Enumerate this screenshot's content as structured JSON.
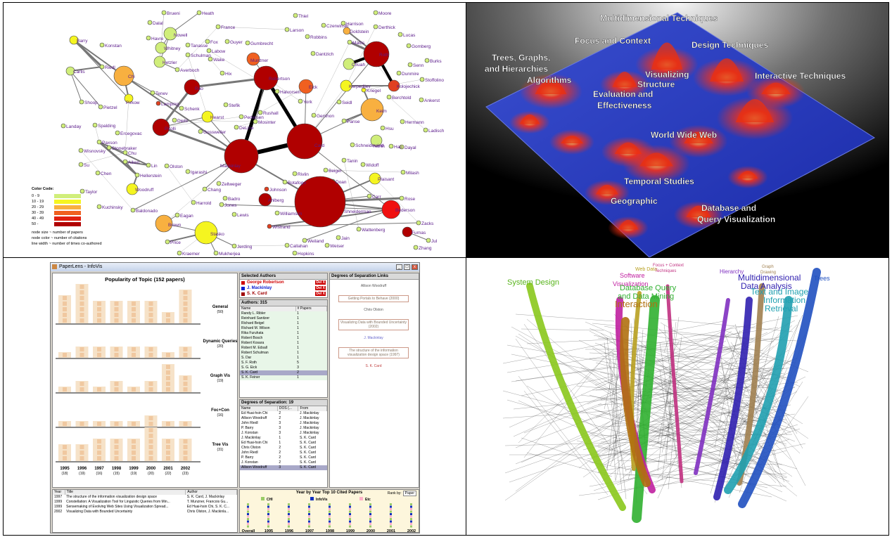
{
  "coauthor_network": {
    "nodes": [
      {
        "label": "Brueni",
        "fill": "#d0ee7a"
      },
      {
        "label": "Heath",
        "fill": "#d0ee7a"
      },
      {
        "label": "Dalal",
        "fill": "#d0ee7a"
      },
      {
        "label": "France",
        "fill": "#d0ee7a"
      },
      {
        "label": "Havre",
        "fill": "#d0ee7a"
      },
      {
        "label": "Nowell",
        "fill": "#d0ee7a"
      },
      {
        "label": "Fox",
        "fill": "#d0ee7a"
      },
      {
        "label": "Guyer",
        "fill": "#d0ee7a"
      },
      {
        "label": "Tanasse",
        "fill": "#d0ee7a"
      },
      {
        "label": "Whitney",
        "fill": "#d0ee7a"
      },
      {
        "label": "Labow",
        "fill": "#d0ee7a"
      },
      {
        "label": "Schulman",
        "fill": "#d0ee7a"
      },
      {
        "label": "Wake",
        "fill": "#d0ee7a"
      },
      {
        "label": "Hetzler",
        "fill": "#d0ee7a"
      },
      {
        "label": "Averboch",
        "fill": "#d0ee7a"
      },
      {
        "label": "Hix",
        "fill": "#d0ee7a"
      },
      {
        "label": "Barry",
        "fill": "#f5f520"
      },
      {
        "label": "Konstan",
        "fill": "#d0ee7a"
      },
      {
        "label": "Riedl",
        "fill": "#d0ee7a"
      },
      {
        "label": "Carlis",
        "fill": "#d0ee7a"
      },
      {
        "label": "Chi",
        "fill": "#f8b040"
      },
      {
        "label": "Tenev",
        "fill": "#d0ee7a"
      },
      {
        "label": "Shoop",
        "fill": "#d0ee7a"
      },
      {
        "label": "Pirkow",
        "fill": "#f5f520"
      },
      {
        "label": "Pietzel",
        "fill": "#d0ee7a"
      },
      {
        "label": "Rao",
        "fill": "#b00000"
      },
      {
        "label": "Lamping",
        "fill": "#e04020"
      },
      {
        "label": "Schenk",
        "fill": "#d0ee7a"
      },
      {
        "label": "Diehl",
        "fill": "#d0ee7a"
      },
      {
        "label": "Pirolli",
        "fill": "#b00000"
      },
      {
        "label": "Hearst",
        "fill": "#f5f520"
      },
      {
        "label": "Stefik",
        "fill": "#d0ee7a"
      },
      {
        "label": "Pedersen",
        "fill": "#d0ee7a"
      },
      {
        "label": "Gossweiler",
        "fill": "#d0ee7a"
      },
      {
        "label": "DeLine",
        "fill": "#d0ee7a"
      },
      {
        "label": "Mackinlay",
        "fill": "#b00000"
      },
      {
        "label": "Card",
        "fill": "#b00000"
      },
      {
        "label": "Robertson",
        "fill": "#b00000"
      },
      {
        "label": "Munzner",
        "fill": "#f06020"
      },
      {
        "label": "Gumbrecht",
        "fill": "#d0ee7a"
      },
      {
        "label": "Larson",
        "fill": "#d0ee7a"
      },
      {
        "label": "Thiel",
        "fill": "#d0ee7a"
      },
      {
        "label": "Czerwinski",
        "fill": "#d0ee7a"
      },
      {
        "label": "Robbins",
        "fill": "#d0ee7a"
      },
      {
        "label": "Dantzich",
        "fill": "#d0ee7a"
      },
      {
        "label": "Halvorsen",
        "fill": "#d0ee7a"
      },
      {
        "label": "Rushall",
        "fill": "#d0ee7a"
      },
      {
        "label": "Mosinter",
        "fill": "#d0ee7a"
      },
      {
        "label": "York",
        "fill": "#d0ee7a"
      },
      {
        "label": "Eick",
        "fill": "#f06020"
      },
      {
        "label": "Gershon",
        "fill": "#d0ee7a"
      },
      {
        "label": "Harrison",
        "fill": "#d0ee7a"
      },
      {
        "label": "Moore",
        "fill": "#d0ee7a"
      },
      {
        "label": "Goldstein",
        "fill": "#f8b040"
      },
      {
        "label": "Derthick",
        "fill": "#d0ee7a"
      },
      {
        "label": "Mattis",
        "fill": "#d0ee7a"
      },
      {
        "label": "Lucas",
        "fill": "#d0ee7a"
      },
      {
        "label": "Gomberg",
        "fill": "#d0ee7a"
      },
      {
        "label": "Burks",
        "fill": "#d0ee7a"
      },
      {
        "label": "Roth",
        "fill": "#b00000"
      },
      {
        "label": "Senn",
        "fill": "#d0ee7a"
      },
      {
        "label": "Chuah",
        "fill": "#d0ee7a"
      },
      {
        "label": "Dunmire",
        "fill": "#d0ee7a"
      },
      {
        "label": "Stoffolino",
        "fill": "#d0ee7a"
      },
      {
        "label": "Kolojechick",
        "fill": "#e04020"
      },
      {
        "label": "Kerpedjiev",
        "fill": "#f5f520"
      },
      {
        "label": "Kriegel",
        "fill": "#f5f520"
      },
      {
        "label": "Berchtold",
        "fill": "#d0ee7a"
      },
      {
        "label": "Seidl",
        "fill": "#d0ee7a"
      },
      {
        "label": "Keim",
        "fill": "#f8b040"
      },
      {
        "label": "Ankerst",
        "fill": "#d0ee7a"
      },
      {
        "label": "Hermann",
        "fill": "#d0ee7a"
      },
      {
        "label": "Ladisch",
        "fill": "#d0ee7a"
      },
      {
        "label": "Panse",
        "fill": "#d0ee7a"
      },
      {
        "label": "Hsu",
        "fill": "#d0ee7a"
      },
      {
        "label": "North",
        "fill": "#d0ee7a"
      },
      {
        "label": "Hao",
        "fill": "#d0ee7a"
      },
      {
        "label": "Dayal",
        "fill": "#d0ee7a"
      },
      {
        "label": "Schneidewind",
        "fill": "#d0ee7a"
      },
      {
        "label": "Landay",
        "fill": "#d0ee7a"
      },
      {
        "label": "Spalding",
        "fill": "#d0ee7a"
      },
      {
        "label": "Ercegovac",
        "fill": "#d0ee7a"
      },
      {
        "label": "Stonebraker",
        "fill": "#d0ee7a"
      },
      {
        "label": "Paxson",
        "fill": "#d0ee7a"
      },
      {
        "label": "Chu",
        "fill": "#d0ee7a"
      },
      {
        "label": "Wisnovsky",
        "fill": "#d0ee7a"
      },
      {
        "label": "Aiken",
        "fill": "#d0ee7a"
      },
      {
        "label": "Lin",
        "fill": "#d0ee7a"
      },
      {
        "label": "Olston",
        "fill": "#d0ee7a"
      },
      {
        "label": "Su",
        "fill": "#d0ee7a"
      },
      {
        "label": "Chen",
        "fill": "#d0ee7a"
      },
      {
        "label": "Hellerstein",
        "fill": "#d0ee7a"
      },
      {
        "label": "Igarashi",
        "fill": "#d0ee7a"
      },
      {
        "label": "Woodruff",
        "fill": "#f5f520"
      },
      {
        "label": "Taylor",
        "fill": "#d0ee7a"
      },
      {
        "label": "Chang",
        "fill": "#d0ee7a"
      },
      {
        "label": "Zellweger",
        "fill": "#d0ee7a"
      },
      {
        "label": "Kuchinsky",
        "fill": "#d0ee7a"
      },
      {
        "label": "Baldonado",
        "fill": "#d0ee7a"
      },
      {
        "label": "Rivlin",
        "fill": "#d0ee7a"
      },
      {
        "label": "Botafogo",
        "fill": "#d0ee7a"
      },
      {
        "label": "Beigel",
        "fill": "#d0ee7a"
      },
      {
        "label": "Tanin",
        "fill": "#d0ee7a"
      },
      {
        "label": "Widoff",
        "fill": "#d0ee7a"
      },
      {
        "label": "Doan",
        "fill": "#d0ee7a"
      },
      {
        "label": "Plaisant",
        "fill": "#f5f520"
      },
      {
        "label": "Milash",
        "fill": "#d0ee7a"
      },
      {
        "label": "Carr",
        "fill": "#d0ee7a"
      },
      {
        "label": "Johnson",
        "fill": "#e04020"
      },
      {
        "label": "Ahlberg",
        "fill": "#b00000"
      },
      {
        "label": "Shneiderman",
        "fill": "#b00000"
      },
      {
        "label": "Rose",
        "fill": "#d0ee7a"
      },
      {
        "label": "Bederson",
        "fill": "#f01010"
      },
      {
        "label": "Williamson",
        "fill": "#d0ee7a"
      },
      {
        "label": "Wistrand",
        "fill": "#e04020"
      },
      {
        "label": "Wattenberg",
        "fill": "#d0ee7a"
      },
      {
        "label": "Zacks",
        "fill": "#d0ee7a"
      },
      {
        "label": "Furnas",
        "fill": "#b00000"
      },
      {
        "label": "Jul",
        "fill": "#d0ee7a"
      },
      {
        "label": "Zhang",
        "fill": "#d0ee7a"
      },
      {
        "label": "Weiland",
        "fill": "#d0ee7a"
      },
      {
        "label": "Jain",
        "fill": "#d0ee7a"
      },
      {
        "label": "Callahan",
        "fill": "#d0ee7a"
      },
      {
        "label": "Weiser",
        "fill": "#d0ee7a"
      },
      {
        "label": "Hopkins",
        "fill": "#d0ee7a"
      },
      {
        "label": "Harrold",
        "fill": "#d0ee7a"
      },
      {
        "label": "Jones",
        "fill": "#d0ee7a"
      },
      {
        "label": "Badro",
        "fill": "#d0ee7a"
      },
      {
        "label": "Eagan",
        "fill": "#d0ee7a"
      },
      {
        "label": "Lewis",
        "fill": "#d0ee7a"
      },
      {
        "label": "Brown",
        "fill": "#f8b040"
      },
      {
        "label": "Stasko",
        "fill": "#f5f520"
      },
      {
        "label": "Price",
        "fill": "#d0ee7a"
      },
      {
        "label": "Jerding",
        "fill": "#d0ee7a"
      },
      {
        "label": "Kraemer",
        "fill": "#d0ee7a"
      },
      {
        "label": "Mukherjea",
        "fill": "#d0ee7a"
      }
    ],
    "legend": {
      "title": "Color Code:",
      "items": [
        {
          "label": "0 - 9",
          "color": "#d0ee7a"
        },
        {
          "label": "10 - 19",
          "color": "#f5f520"
        },
        {
          "label": "20 - 29",
          "color": "#f8b040"
        },
        {
          "label": "30 - 39",
          "color": "#f06020"
        },
        {
          "label": "40 - 49",
          "color": "#e02010"
        },
        {
          "label": "50 -",
          "color": "#b00000"
        }
      ],
      "notes": [
        "node size ~ number of papers",
        "node color ~ number of citations",
        "line width ~ number of times co-authored"
      ]
    }
  },
  "themescape": {
    "labels": [
      "Multidimensional Techniques",
      "Focus and Context",
      "Design Techniques",
      "Trees, Graphs,",
      "and Hierarchies",
      "Algorithms",
      "Visualizing",
      "Structure",
      "Interactive Techniques",
      "Evaluation and",
      "Effectiveness",
      "World Wide Web",
      "Temporal Studies",
      "Geographic",
      "Database and",
      "Query Visualization"
    ]
  },
  "paperlens": {
    "window_title": "PaperLens - InfoVis",
    "popularity_title": "Popularity of Topic (152 papers)",
    "topics": [
      {
        "name": "General",
        "count": "(50)"
      },
      {
        "name": "Dynamic Queries",
        "count": "(20)"
      },
      {
        "name": "Graph Vis",
        "count": "(19)"
      },
      {
        "name": "Foc+Con",
        "count": "(16)"
      },
      {
        "name": "Tree Vis",
        "count": "(31)"
      }
    ],
    "years": [
      {
        "year": "1995",
        "count": "(18)"
      },
      {
        "year": "1996",
        "count": "(19)"
      },
      {
        "year": "1997",
        "count": "(16)"
      },
      {
        "year": "1998",
        "count": "(15)"
      },
      {
        "year": "1999",
        "count": "(19)"
      },
      {
        "year": "2000",
        "count": "(20)"
      },
      {
        "year": "2001",
        "count": "(22)"
      },
      {
        "year": "2002",
        "count": "(23)"
      }
    ],
    "selected_authors": {
      "header": "Selected Authors",
      "items": [
        {
          "name": "George Robertson",
          "color": "#d00000"
        },
        {
          "name": "J. Mackinlay",
          "color": "#1020d0"
        },
        {
          "name": "S. K. Card",
          "color": "#a00000"
        }
      ],
      "del": "Del X"
    },
    "authors": {
      "header": "Authors: 315",
      "columns": [
        "Name",
        "# Papers"
      ],
      "rows": [
        [
          "Randy L. Ribler",
          "1"
        ],
        [
          "Reinhard Sanitzer",
          "1"
        ],
        [
          "Richard Beigel",
          "1"
        ],
        [
          "Richard M. Wilson",
          "1"
        ],
        [
          "Rika Furuhata",
          "1"
        ],
        [
          "Robert Bosch",
          "1"
        ],
        [
          "Robert Kosara",
          "1"
        ],
        [
          "Robert M. Edsall",
          "1"
        ],
        [
          "Robert Schulman",
          "1"
        ],
        [
          "S. Dar",
          "1"
        ],
        [
          "S. F. Roth",
          "5"
        ],
        [
          "S. G. Eick",
          "3"
        ],
        [
          "S. K. Card",
          "2"
        ],
        [
          "S. K. Feiner",
          "1"
        ]
      ],
      "selected_row": 12
    },
    "degrees": {
      "header": "Degrees of Separation: 19",
      "columns": [
        "Name",
        "DOS (...",
        "From"
      ],
      "rows": [
        [
          "Ed Huai-hsin Chi",
          "2",
          "J. Mackinlay"
        ],
        [
          "Allison Woodruff",
          "2",
          "J. Mackinlay"
        ],
        [
          "John Riedl",
          "3",
          "J. Mackinlay"
        ],
        [
          "P. Barry",
          "3",
          "J. Mackinlay"
        ],
        [
          "J. Konstan",
          "3",
          "J. Mackinlay"
        ],
        [
          "J. Mackinlay",
          "1",
          "S. K. Card"
        ],
        [
          "Ed Huai-hsin Chi",
          "1",
          "S. K. Card"
        ],
        [
          "Chris Olston",
          "2",
          "S. K. Card"
        ],
        [
          "John Riedl",
          "2",
          "S. K. Card"
        ],
        [
          "P. Barry",
          "2",
          "S. K. Card"
        ],
        [
          "J. Konstan",
          "2",
          "S. K. Card"
        ],
        [
          "Allison Woodruff",
          "3",
          "S. K. Card"
        ]
      ],
      "selected_row": 11
    },
    "separation": {
      "header": "Degrees of Separation Links",
      "chain": [
        {
          "kind": "name",
          "text": "Allison Woodruff",
          "color": "#555"
        },
        {
          "kind": "paper",
          "text": "Getting Portals to Behave (2000)"
        },
        {
          "kind": "name",
          "text": "Chris Olston",
          "color": "#555"
        },
        {
          "kind": "paper",
          "text": "Visualizing Data with Bounded Uncertainty (2002)"
        },
        {
          "kind": "name",
          "text": "J. Mackinlay",
          "color": "#6666cc"
        },
        {
          "kind": "paper",
          "text": "The structure of the information visualization design space (1997)"
        },
        {
          "kind": "name",
          "text": "S. K. Card",
          "color": "#c04040"
        }
      ]
    },
    "papers": {
      "columns": [
        "Year",
        "Title",
        "Author"
      ],
      "rows": [
        [
          "1997",
          "The structure of the information visualization design space",
          "S. K. Card, J. Mackinlay"
        ],
        [
          "1999",
          "Constellation: A Visualization Tool for Linguistic Queries from Min...",
          "T. Munzner, Francois Gu..."
        ],
        [
          "1999",
          "Sensemaking of Evolving Web Sites Using Visualization Spread...",
          "Ed Huai-hsin Chi, S. K. C..."
        ],
        [
          "2002",
          "Visualizing Data with Bounded Uncertainty",
          "Chris Olston, J. Mackinla..."
        ]
      ]
    },
    "top10": {
      "title": "Year by Year Top 10 Cited Papers",
      "rank_label": "Rank by:",
      "rank_value": "Paper",
      "legend": [
        {
          "label": "CHI",
          "color": "#99cc66"
        },
        {
          "label": "InfoVis",
          "color": "#1030c0"
        },
        {
          "label": "Etc",
          "color": "#ffb0c8"
        }
      ],
      "columns": [
        "Overall",
        "1995",
        "1996",
        "1997",
        "1998",
        "1999",
        "2000",
        "2001",
        "2002"
      ]
    }
  },
  "streams": {
    "labels": [
      {
        "text": "System Design",
        "color": "#58b41c"
      },
      {
        "text": "Web Data",
        "color": "#b8a020"
      },
      {
        "text": "Focus + Context",
        "color": "#c03080"
      },
      {
        "text": "Techniques",
        "color": "#c03080"
      },
      {
        "text": "Hierarchy",
        "color": "#8030c0"
      },
      {
        "text": "Graph",
        "color": "#a08050"
      },
      {
        "text": "Drawing",
        "color": "#a08050"
      },
      {
        "text": "Trees",
        "color": "#2050c0"
      },
      {
        "text": "Software",
        "color": "#c020a0"
      },
      {
        "text": "Visualization",
        "color": "#c020a0"
      },
      {
        "text": "Multidimensional",
        "color": "#3020b0"
      },
      {
        "text": "Data Analysis",
        "color": "#3020b0"
      },
      {
        "text": "Database Query",
        "color": "#30b030"
      },
      {
        "text": "and Data Mining",
        "color": "#30b030"
      },
      {
        "text": "Interaction",
        "color": "#b07010"
      },
      {
        "text": "Text and Image",
        "color": "#20a0b0"
      },
      {
        "text": "Information",
        "color": "#20a0b0"
      },
      {
        "text": "Retrieval",
        "color": "#20a0b0"
      }
    ]
  }
}
